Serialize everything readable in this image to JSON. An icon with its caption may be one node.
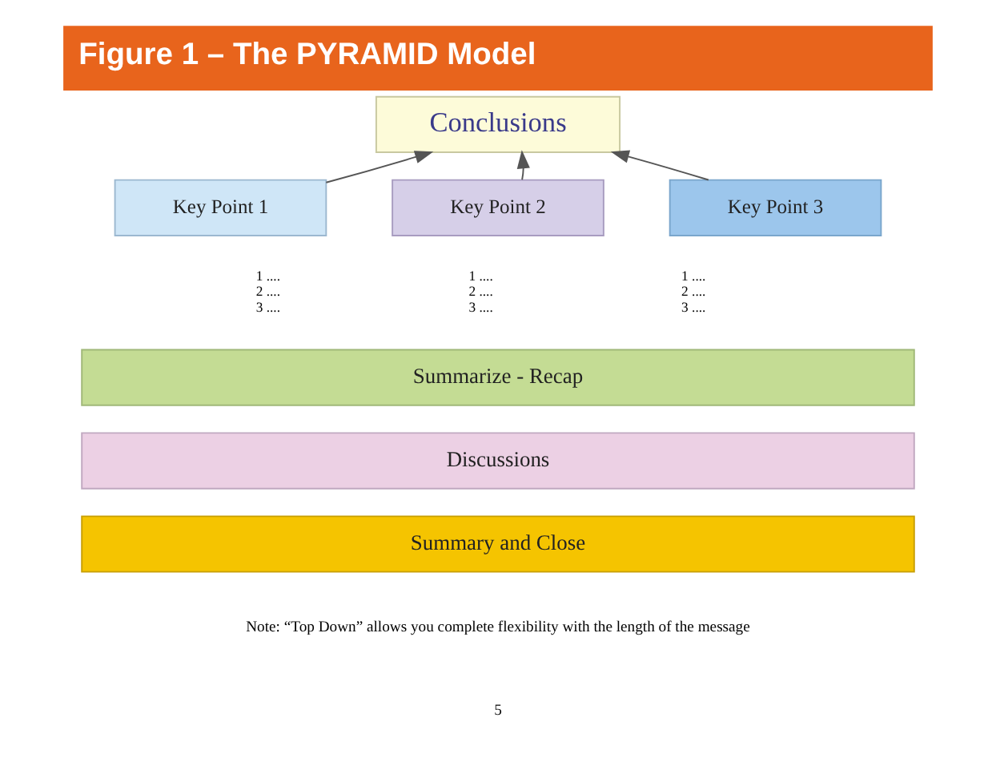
{
  "diagram": {
    "title": "Figure 1 – The PYRAMID Model",
    "nodes": [
      {
        "text": [
          "Conclusions"
        ]
      },
      {
        "text": [
          "Key Point 1"
        ],
        "beside": [
          "1 ....",
          "2 ....",
          "3 ...."
        ]
      },
      {
        "text": [
          "Key Point 2"
        ],
        "beside": [
          "1 ....",
          "2 ....",
          "3 ...."
        ]
      },
      {
        "text": [
          "Key Point 3"
        ],
        "beside": [
          "1 ....",
          "2 ....",
          "3 ...."
        ]
      },
      {
        "text": [
          "Summarize - Recap"
        ]
      },
      {
        "text": [
          "Discussions"
        ]
      },
      {
        "text": [
          "Summary and Close"
        ]
      }
    ],
    "edges": [
      {
        "from": 1,
        "to": 0,
        "arrow": "to"
      },
      {
        "from": 2,
        "to": 0,
        "arrow": "to"
      },
      {
        "from": 3,
        "to": 0,
        "arrow": "to"
      }
    ],
    "labels": [
      "Note: “Top Down” allows you complete flexibility with the length of the message",
      "5"
    ]
  }
}
